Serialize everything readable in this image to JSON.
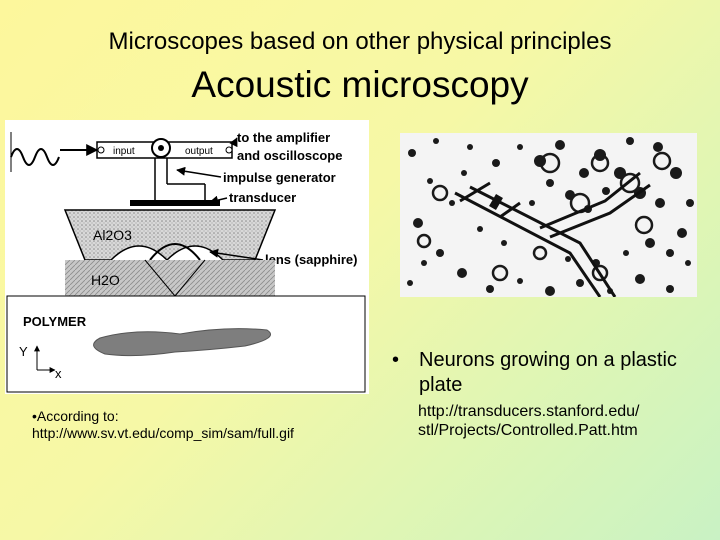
{
  "slide": {
    "title": "Microscopes based on other physical principles",
    "subtitle": "Acoustic microscopy"
  },
  "diagram": {
    "labels": {
      "input": "input",
      "output": "output",
      "to_amplifier": "to the amplifier",
      "and_oscilloscope": "and oscilloscope",
      "impulse_generator": "impulse generator",
      "transducer": "transducer",
      "al2o3": "Al2O3",
      "lens": "lens (sapphire)",
      "h2o": "H2O",
      "polymer": "POLYMER",
      "axis_y": "Y",
      "axis_x": "x"
    }
  },
  "left_text": {
    "bullet": "•According to:",
    "url": "http://www.sv.vt.edu/comp_sim/sam/full.gif"
  },
  "right_text": {
    "bullet_symbol": "•",
    "bullet": "Neurons growing on a plastic plate",
    "url_line1": "http://transducers.stanford.edu/",
    "url_line2": "stl/Projects/Controlled.Patt.htm"
  }
}
